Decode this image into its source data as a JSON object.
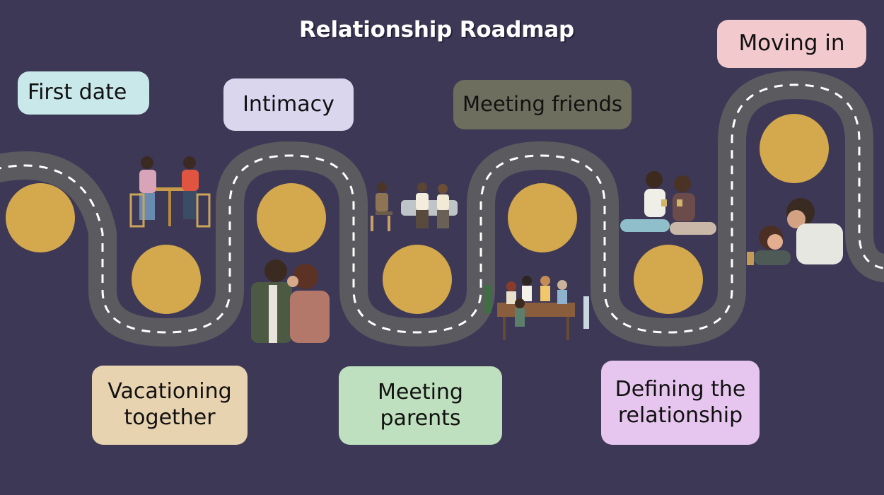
{
  "title": "Relationship Roadmap",
  "colors": {
    "background": "#3e3857",
    "road": "#5b5a5f",
    "road_dash": "#ffffff",
    "milestone": "#d4a84c"
  },
  "milestones": [
    {
      "label": "First date",
      "color": "#c8e8ea"
    },
    {
      "label": "Vacationing together",
      "color": "#e8d3b0"
    },
    {
      "label": "Intimacy",
      "color": "#d9d6ee"
    },
    {
      "label": "Meeting parents",
      "color": "#bfe0be"
    },
    {
      "label": "Meeting friends",
      "color": "#6e6e5e"
    },
    {
      "label": "Defining the relationship",
      "color": "#e6c6ee"
    },
    {
      "label": "Moving in",
      "color": "#f2c9cc"
    }
  ],
  "illustrations": [
    "couple-at-cafe-table-image",
    "couple-kissing-image",
    "couple-meeting-parents-image",
    "friends-dinner-table-image",
    "couple-sitting-with-mugs-image",
    "couple-at-home-image"
  ]
}
